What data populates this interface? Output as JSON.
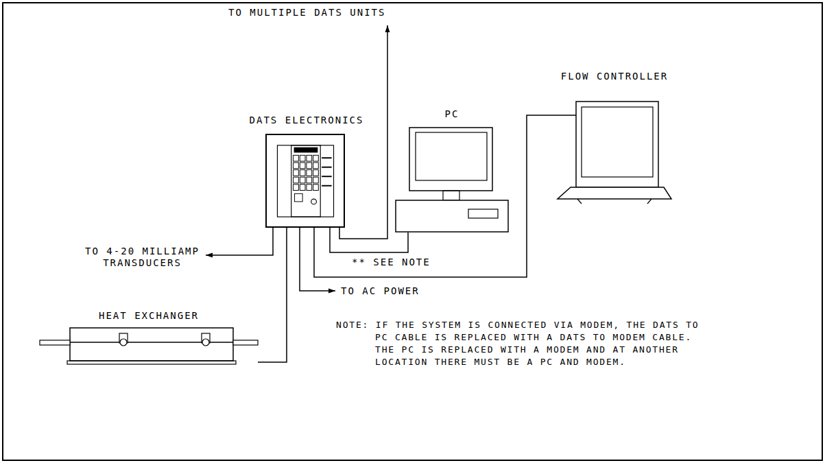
{
  "diagram": {
    "nodes": [
      {
        "text": [
          "DATS ELECTRONICS"
        ]
      },
      {
        "text": [
          "PC"
        ]
      },
      {
        "text": [
          "FLOW CONTROLLER"
        ]
      },
      {
        "text": [
          "HEAT EXCHANGER"
        ]
      }
    ],
    "edges": [
      {
        "from": 0,
        "to": 1,
        "arrow": "none"
      },
      {
        "from": 0,
        "to": 2,
        "arrow": "none"
      },
      {
        "from": 3,
        "to": 0,
        "arrow": "none"
      }
    ],
    "labels": [
      "TO MULTIPLE DATS UNITS",
      "TO 4-20 MILLIAMP TRANSDUCERS",
      "TO AC POWER",
      "** SEE NOTE",
      "NOTE: IF THE SYSTEM IS CONNECTED VIA MODEM, THE DATS TO PC CABLE IS REPLACED WITH A DATS TO MODEM CABLE. THE PC IS REPLACED WITH A MODEM AND AT ANOTHER LOCATION THERE MUST BE A PC AND MODEM."
    ]
  }
}
